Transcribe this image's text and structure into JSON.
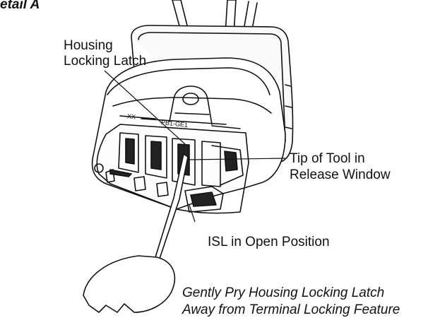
{
  "detail_title": "etail A",
  "callouts": {
    "housing_latch": [
      "Housing",
      "Locking Latch"
    ],
    "tool_tip": [
      "Tip of Tool in",
      "Release Window"
    ],
    "isl": "ISL in Open Position",
    "caption": [
      "Gently Pry Housing Locking Latch",
      "Away from Terminal Locking Feature"
    ]
  },
  "connector_markings": [
    "XX",
    "PB1-GE1"
  ]
}
